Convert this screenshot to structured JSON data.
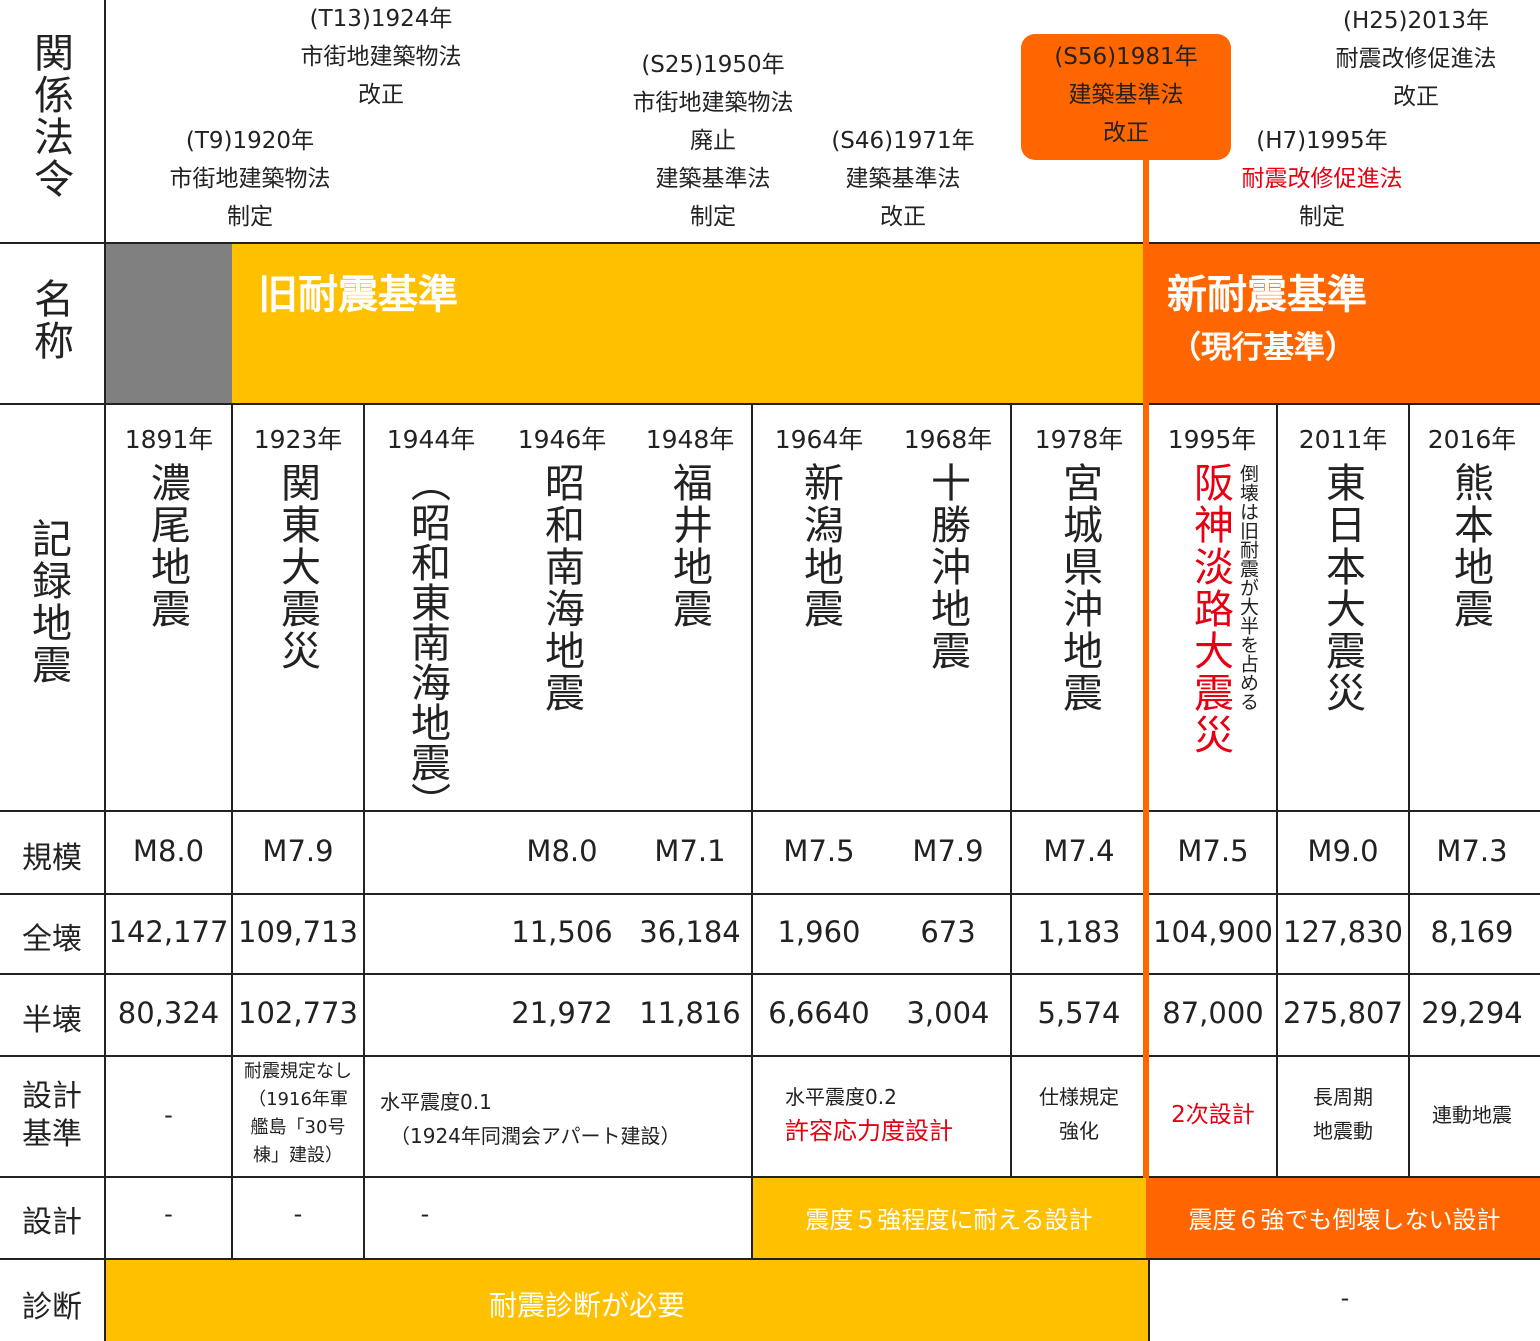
{
  "colors": {
    "old_standard": "#ffc000",
    "new_standard": "#ff6600",
    "pre_period": "#808080",
    "red_text": "#e60012"
  },
  "row_labels": {
    "laws": "関係法令",
    "name": "名称",
    "earthquakes": "記録地震",
    "scale": "規模",
    "total_collapse": "全壊",
    "half_collapse": "半壊",
    "design_standard": "設計基準",
    "design": "設計",
    "diagnosis": "診断"
  },
  "laws": {
    "t9": {
      "year": "(T9)1920年",
      "line1": "市街地建築物法",
      "line2": "制定"
    },
    "t13": {
      "year": "(T13)1924年",
      "line1": "市街地建築物法",
      "line2": "改正"
    },
    "s25": {
      "year": "(S25)1950年",
      "line1": "市街地建築物法",
      "line2": "廃止",
      "line3": "建築基準法",
      "line4": "制定"
    },
    "s46": {
      "year": "(S46)1971年",
      "line1": "建築基準法",
      "line2": "改正"
    },
    "s56": {
      "year": "(S56)1981年",
      "line1": "建築基準法",
      "line2": "改正"
    },
    "h7": {
      "year": "(H7)1995年",
      "line1": "耐震改修促進法",
      "line2": "制定"
    },
    "h25": {
      "year": "(H25)2013年",
      "line1": "耐震改修促進法",
      "line2": "改正"
    }
  },
  "standards": {
    "old": "旧耐震基準",
    "new": "新耐震基準",
    "new_note": "（現行基準）"
  },
  "earthquakes": [
    {
      "year": "1891年",
      "name": "濃尾地震",
      "scale": "M8.0",
      "total": "142,177",
      "half": "80,324"
    },
    {
      "year": "1923年",
      "name": "関東大震災",
      "scale": "M7.9",
      "total": "109,713",
      "half": "102,773"
    },
    {
      "year": "1944年",
      "name": "（昭和東南海地震）",
      "scale": "",
      "total": "",
      "half": ""
    },
    {
      "year": "1946年",
      "name": "昭和南海地震",
      "scale": "M8.0",
      "total": "11,506",
      "half": "21,972"
    },
    {
      "year": "1948年",
      "name": "福井地震",
      "scale": "M7.1",
      "total": "36,184",
      "half": "11,816"
    },
    {
      "year": "1964年",
      "name": "新潟地震",
      "scale": "M7.5",
      "total": "1,960",
      "half": "6,6640"
    },
    {
      "year": "1968年",
      "name": "十勝沖地震",
      "scale": "M7.9",
      "total": "673",
      "half": "3,004"
    },
    {
      "year": "1978年",
      "name": "宮城県沖地震",
      "scale": "M7.4",
      "total": "1,183",
      "half": "5,574"
    },
    {
      "year": "1995年",
      "name": "阪神淡路大震災",
      "note": "倒壊は旧耐震が大半を占める",
      "scale": "M7.5",
      "total": "104,900",
      "half": "87,000"
    },
    {
      "year": "2011年",
      "name": "東日本大震災",
      "scale": "M9.0",
      "total": "127,830",
      "half": "275,807"
    },
    {
      "year": "2016年",
      "name": "熊本地震",
      "scale": "M7.3",
      "total": "8,169",
      "half": "29,294"
    }
  ],
  "design_standards": {
    "c1": "-",
    "c2_l1": "耐震規定なし",
    "c2_l2": "（1916年軍",
    "c2_l3": "艦島「30号",
    "c2_l4": "棟」建設）",
    "c3_l1": "水平震度0.1",
    "c3_l2": "（1924年同潤会アパート建設）",
    "c4_l1": "水平震度0.2",
    "c4_l2": "許容応力度設計",
    "c5_l1": "仕様規定",
    "c5_l2": "強化",
    "c6": "2次設計",
    "c7_l1": "長周期",
    "c7_l2": "地震動",
    "c8": "連動地震"
  },
  "design": {
    "c1": "-",
    "c2": "-",
    "c3": "-",
    "old_band": "震度５強程度に耐える設計",
    "new_band": "震度６強でも倒壊しない設計"
  },
  "diagnosis": {
    "required": "耐震診断が必要",
    "not_required": "-"
  }
}
